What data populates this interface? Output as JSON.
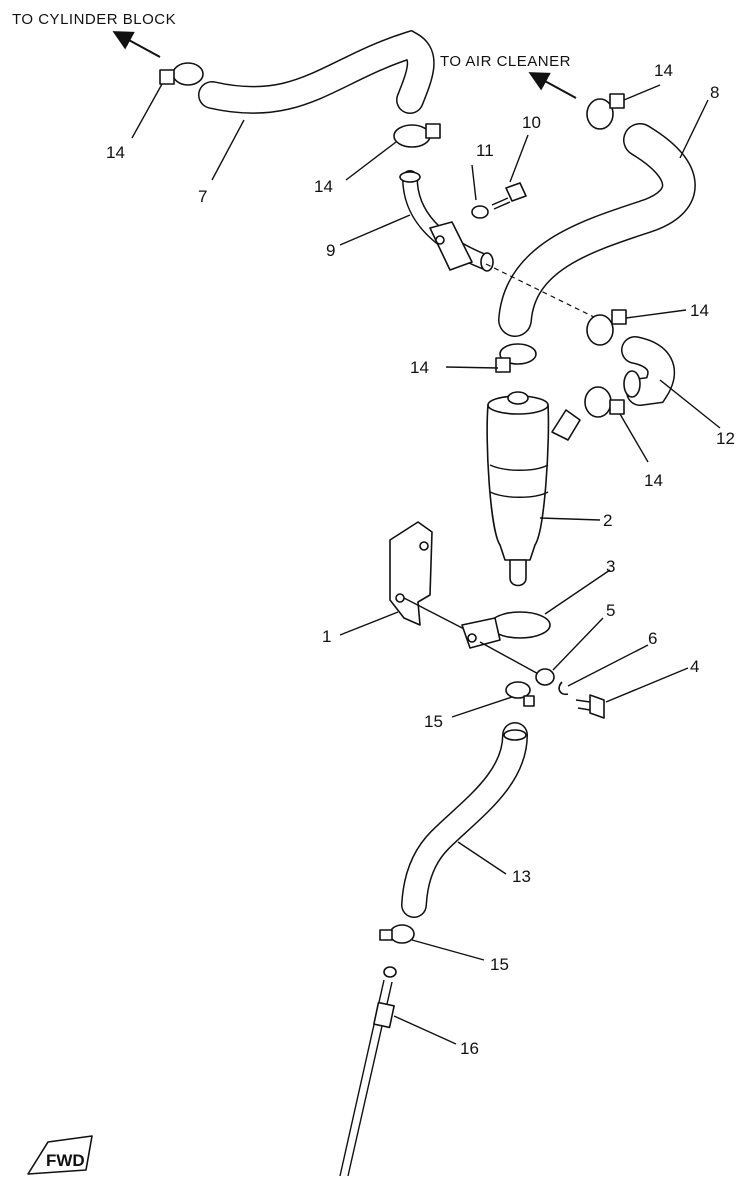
{
  "captions": {
    "to_cylinder_block": "TO CYLINDER BLOCK",
    "to_air_cleaner": "TO AIR CLEANER",
    "fwd": "FWD"
  },
  "parts": {
    "p1": "1",
    "p2": "2",
    "p3": "3",
    "p4": "4",
    "p5": "5",
    "p6": "6",
    "p7": "7",
    "p8": "8",
    "p9": "9",
    "p10": "10",
    "p11": "11",
    "p12": "12",
    "p13": "13",
    "p14": "14",
    "p15": "15",
    "p16": "16"
  }
}
